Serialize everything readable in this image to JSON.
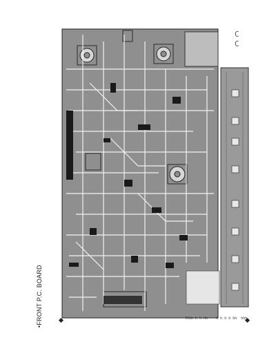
{
  "board": {
    "title": "•FRONT P.C. BOARD",
    "corner_marks": [
      "C",
      "C"
    ],
    "footer_label": "7hhh h h hh    h h h h hh  hhh"
  },
  "colors": {
    "board_fill": "#8f8f8f",
    "trace": "#f2f2f2",
    "ink": "#1a1a1a",
    "strip_fill": "#9a9a9a"
  }
}
